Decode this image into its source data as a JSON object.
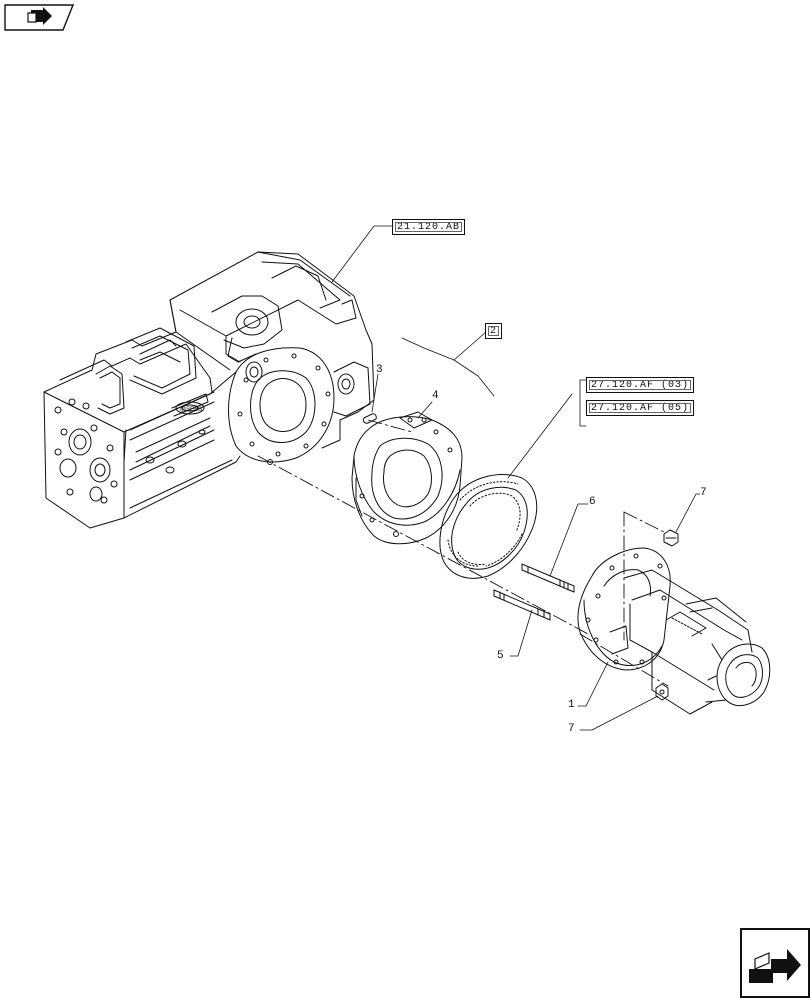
{
  "references": {
    "housing": "21.120.AB",
    "kit": "2",
    "ring_gear_a": "27.120.AF (03)",
    "ring_gear_b": "27.120.AF (05)"
  },
  "callouts": {
    "p1": "1",
    "p3": "3",
    "p4": "4",
    "p5": "5",
    "p6": "6",
    "p7_top": "7",
    "p7_bottom": "7"
  },
  "icons": {
    "top_left": "back-arrow-icon",
    "bottom_right": "forward-arrow-icon"
  }
}
